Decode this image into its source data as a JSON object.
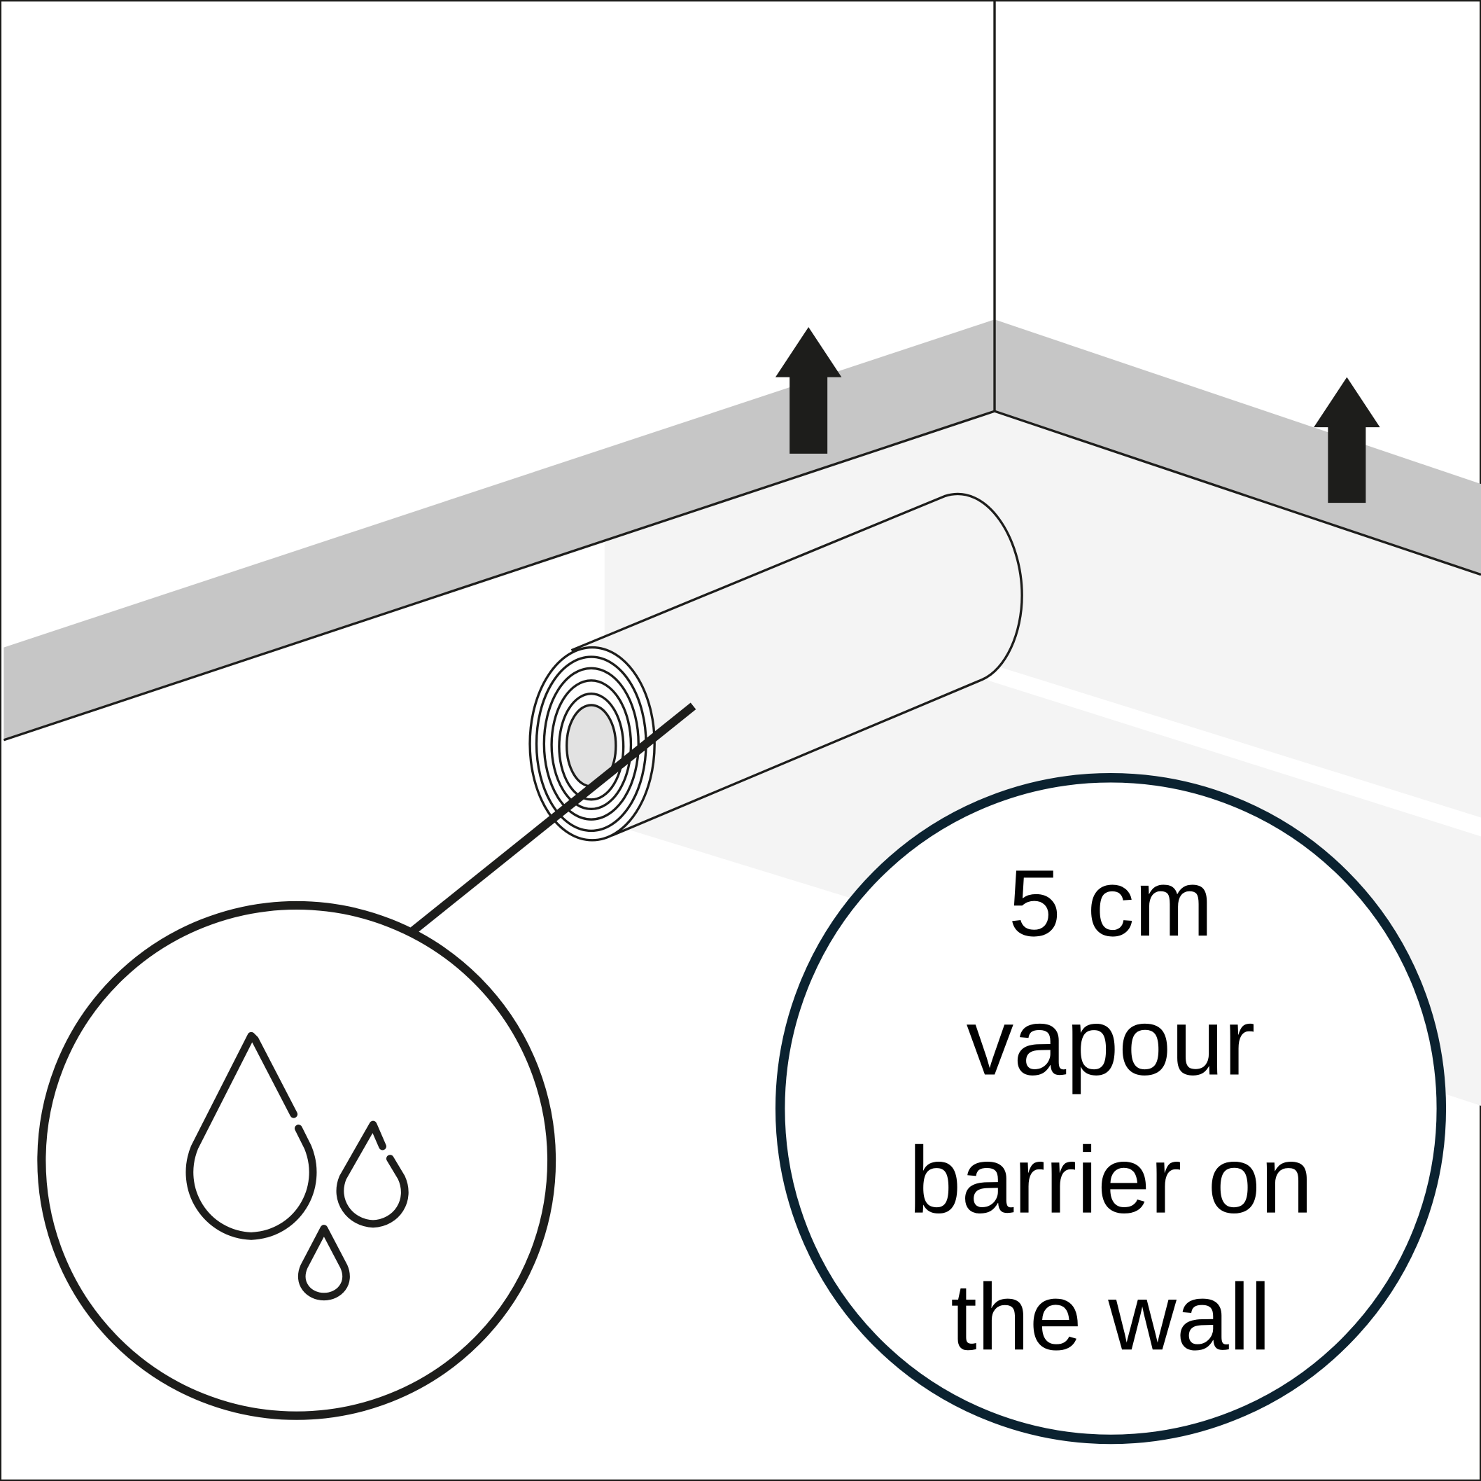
{
  "callout": {
    "lines": [
      "5 cm",
      "vapour",
      "barrier on",
      "the wall"
    ]
  },
  "icons": [
    "arrow-up-icon",
    "arrow-up-icon",
    "water-drops-icon",
    "insulation-roll-icon"
  ],
  "colors": {
    "wall_band": "#c6c6c6",
    "floor": "#f4f4f4",
    "stroke": "#1d1d1b",
    "callout_border": "#0b2230"
  }
}
